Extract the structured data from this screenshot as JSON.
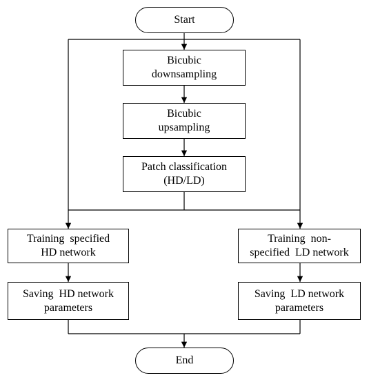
{
  "diagram": {
    "start_label": "Start",
    "end_label": "End",
    "down": [
      "Bicubic",
      "downsampling"
    ],
    "up": [
      "Bicubic",
      "upsampling"
    ],
    "classify": [
      "Patch classification",
      "(HD/LD)"
    ],
    "train_hd": [
      "Training  specified",
      "HD network"
    ],
    "train_ld": [
      "Training  non-",
      "specified  LD network"
    ],
    "save_hd": [
      "Saving  HD network",
      "parameters"
    ],
    "save_ld": [
      "Saving  LD network",
      "parameters"
    ]
  }
}
